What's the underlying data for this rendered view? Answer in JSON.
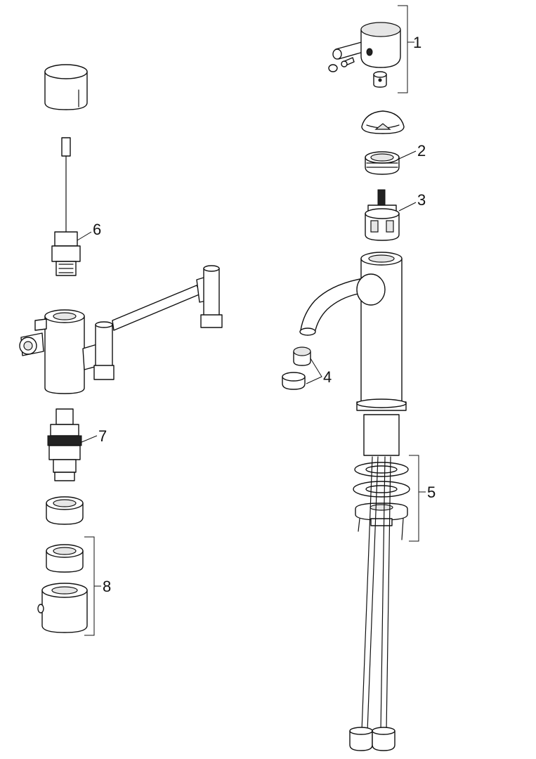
{
  "callouts": [
    {
      "id": "1",
      "label": "1"
    },
    {
      "id": "2",
      "label": "2"
    },
    {
      "id": "3",
      "label": "3"
    },
    {
      "id": "4",
      "label": "4"
    },
    {
      "id": "5",
      "label": "5"
    },
    {
      "id": "6",
      "label": "6"
    },
    {
      "id": "7",
      "label": "7"
    },
    {
      "id": "8",
      "label": "8"
    }
  ],
  "colors": {
    "line": "#111111",
    "fill": "#ffffff",
    "shade": "#e6e6e6"
  }
}
